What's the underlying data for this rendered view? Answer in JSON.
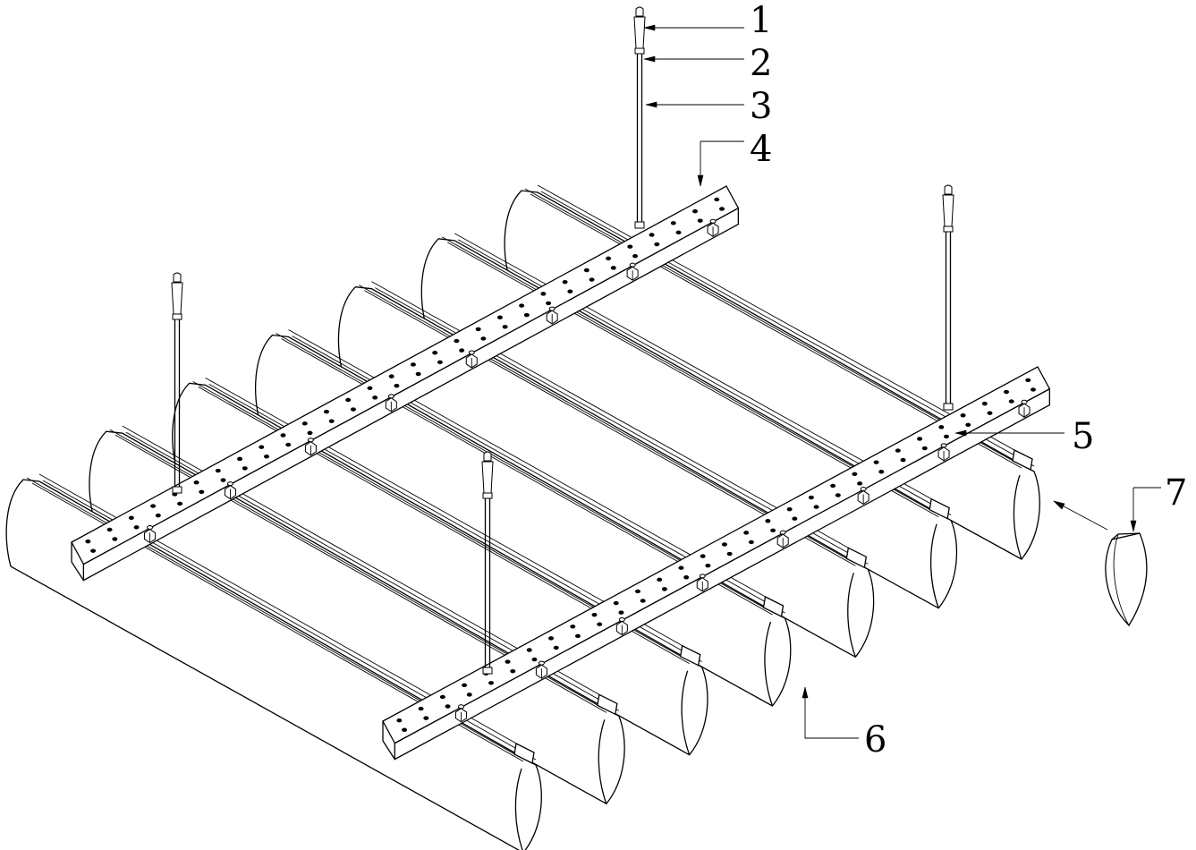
{
  "callouts": [
    {
      "id": "1",
      "text": "1"
    },
    {
      "id": "2",
      "text": "2"
    },
    {
      "id": "3",
      "text": "3"
    },
    {
      "id": "4",
      "text": "4"
    },
    {
      "id": "5",
      "text": "5"
    },
    {
      "id": "6",
      "text": "6"
    },
    {
      "id": "7",
      "text": "7"
    }
  ],
  "structure": {
    "blade_count": 7,
    "carrier_count": 2,
    "hanger_count": 4,
    "holes_per_row": 30
  }
}
